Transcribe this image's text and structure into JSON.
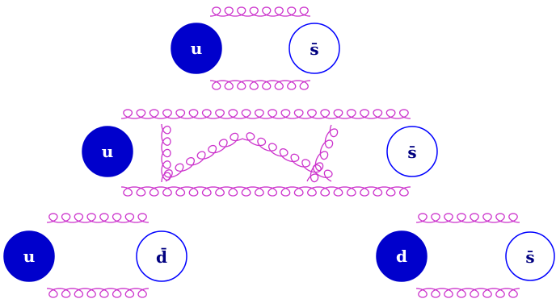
{
  "colors": {
    "quark_fill": "#0000cc",
    "antiquark_stroke": "#0000ff",
    "gluon": "#cc33cc",
    "quark_label": "#ffffff",
    "antiquark_label": "#000080"
  },
  "diagrams": [
    {
      "id": "us-bar-short",
      "quark": "u",
      "antiquark": "s̄"
    },
    {
      "id": "us-bar-long",
      "quark": "u",
      "antiquark": "s̄"
    },
    {
      "id": "ud-bar",
      "quark": "u",
      "antiquark": "d̄"
    },
    {
      "id": "ds-bar",
      "quark": "d",
      "antiquark": "s̄"
    }
  ]
}
